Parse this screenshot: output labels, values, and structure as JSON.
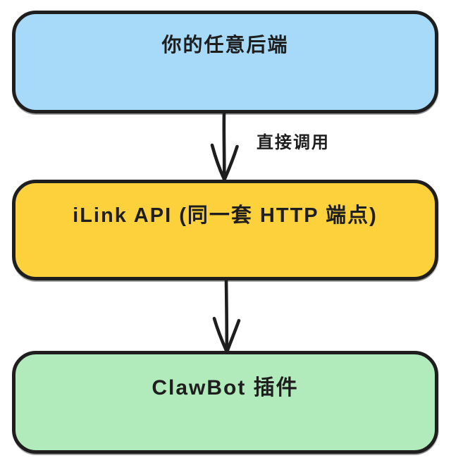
{
  "diagram": {
    "background": "#ffffff",
    "stroke_color": "#1e1e1e",
    "style": "hand-drawn",
    "nodes": [
      {
        "id": "backend",
        "label": "你的任意后端",
        "fill": "#a7d9f8"
      },
      {
        "id": "ilink-api",
        "label": "iLink API (同一套 HTTP 端点)",
        "fill": "#fcd13c"
      },
      {
        "id": "clawbot-plugin",
        "label": "ClawBot 插件",
        "fill": "#b2ebbb"
      }
    ],
    "edges": [
      {
        "from": "backend",
        "to": "ilink-api",
        "label": "直接调用",
        "direction": "down"
      },
      {
        "from": "ilink-api",
        "to": "clawbot-plugin",
        "label": "",
        "direction": "down"
      }
    ]
  }
}
